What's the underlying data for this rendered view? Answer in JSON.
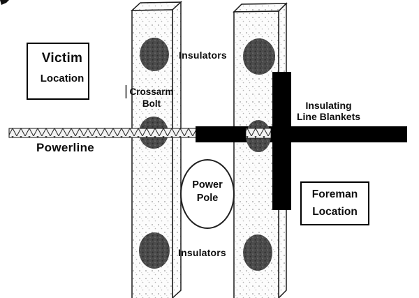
{
  "labels": {
    "victim": {
      "line1": "Victim",
      "line2": "Location"
    },
    "insulators_top": "Insulators",
    "crossarm_bolt": {
      "line1": "Crossarm",
      "line2": "Bolt"
    },
    "powerline": "Powerline",
    "insulating_blankets": {
      "line1": "Insulating",
      "line2": "Line Blankets"
    },
    "power_pole": {
      "line1": "Power",
      "line2": "Pole"
    },
    "foreman": {
      "line1": "Foreman",
      "line2": "Location"
    },
    "insulators_bottom": "Insulators"
  },
  "colors": {
    "background": "#ffffff",
    "blanket": "#000000",
    "insulator": "#4c4c4c",
    "outline": "#1a1a1a",
    "pole_face": "#fcfcfc"
  }
}
